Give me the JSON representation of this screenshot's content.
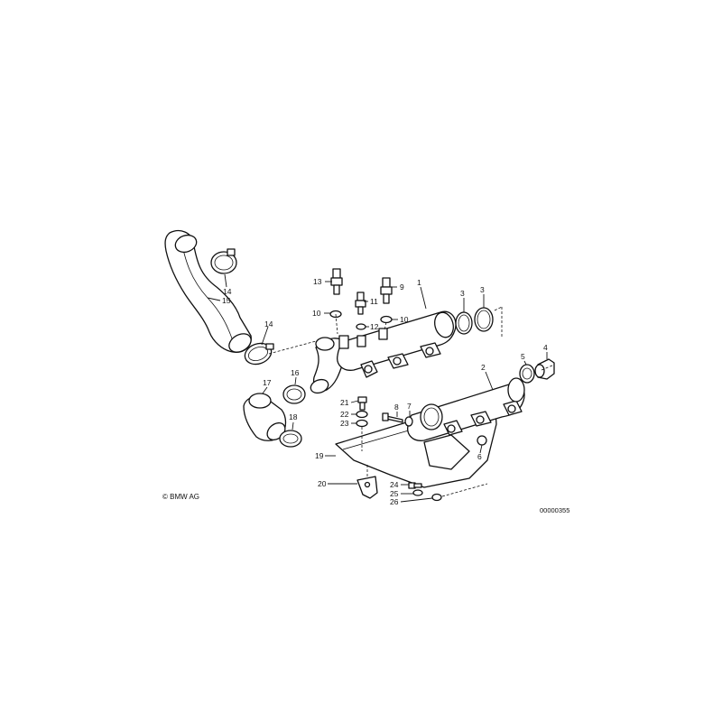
{
  "diagram": {
    "callouts": [
      "1",
      "2",
      "3",
      "3",
      "4",
      "5",
      "6",
      "7",
      "8",
      "9",
      "10",
      "10",
      "11",
      "12",
      "13",
      "14",
      "14",
      "15",
      "16",
      "17",
      "18",
      "19",
      "20",
      "21",
      "22",
      "23",
      "24",
      "25",
      "26"
    ],
    "copyright": "© BMW AG",
    "drawing_number": "00000355"
  }
}
